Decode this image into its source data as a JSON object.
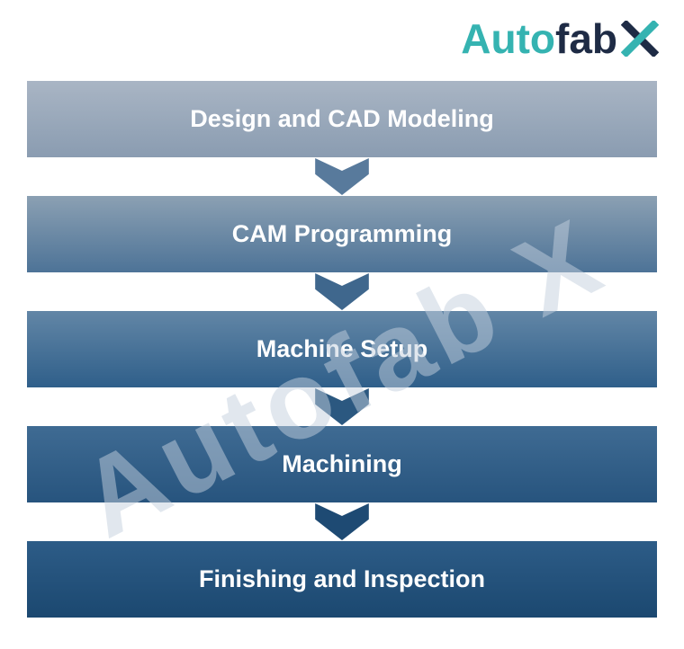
{
  "logo": {
    "auto": "Auto",
    "fab": "fab",
    "x": "X"
  },
  "brand_colors": {
    "teal": "#35b3b1",
    "navy": "#1e2b45"
  },
  "watermark": {
    "text": "Autofab X"
  },
  "steps": [
    {
      "label": "Design and CAD Modeling",
      "color_top": "#a9b5c4",
      "color_bottom": "#8a9cb1"
    },
    {
      "label": "CAM Programming",
      "color_top": "#8ba0b3",
      "color_bottom": "#4d7397"
    },
    {
      "label": "Machine Setup",
      "color_top": "#6286a6",
      "color_bottom": "#2f5f8a"
    },
    {
      "label": "Machining",
      "color_top": "#3f6b93",
      "color_bottom": "#27547e"
    },
    {
      "label": "Finishing and Inspection",
      "color_top": "#2d5c87",
      "color_bottom": "#1b4870"
    }
  ],
  "arrows": [
    {
      "color": "#587a9c"
    },
    {
      "color": "#3f678d"
    },
    {
      "color": "#2b5880"
    },
    {
      "color": "#1e4a73"
    }
  ]
}
